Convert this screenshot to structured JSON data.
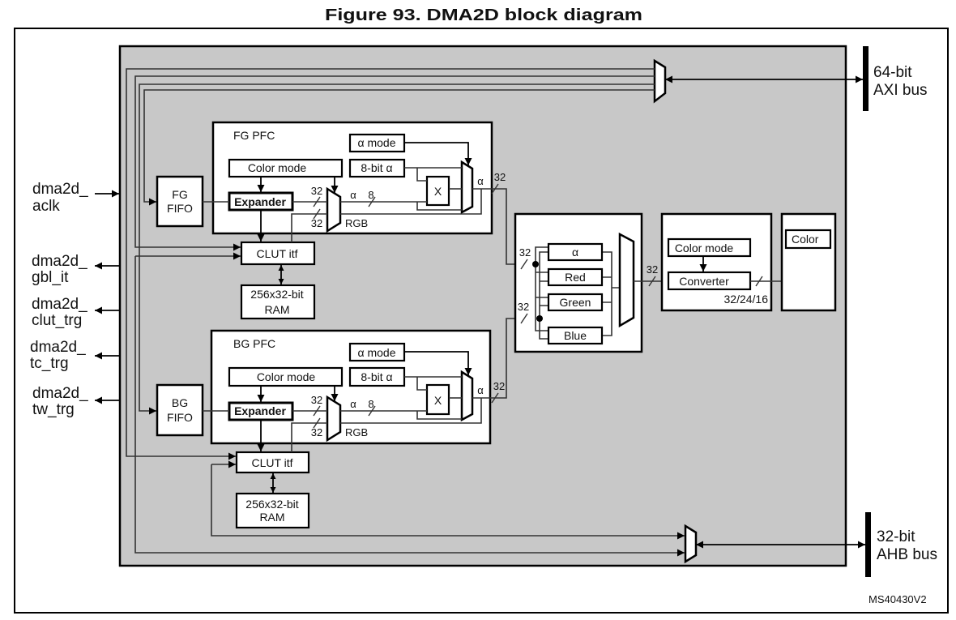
{
  "figure": {
    "title": "Figure 93. DMA2D block diagram",
    "reference": "MS40430V2"
  },
  "colors": {
    "block_fill": "#c8c8c8",
    "box_fill": "#ffffff",
    "line": "#000000",
    "wire": "#333333"
  },
  "buses": {
    "axi": {
      "width": "64-bit",
      "name": "AXI bus"
    },
    "ahb": {
      "width": "32-bit",
      "name": "AHB bus"
    }
  },
  "signals": [
    {
      "prefix": "dma2d_",
      "name": "aclk",
      "direction": "in"
    },
    {
      "prefix": "dma2d_",
      "name": "gbl_it",
      "direction": "out"
    },
    {
      "prefix": "dma2d_",
      "name": "clut_trg",
      "direction": "out"
    },
    {
      "prefix": "dma2d_",
      "name": "tc_trg",
      "direction": "out"
    },
    {
      "prefix": "dma2d_",
      "name": "tw_trg",
      "direction": "out"
    }
  ],
  "fg": {
    "pfc_title": "FG PFC",
    "fifo": [
      "FG",
      "FIFO"
    ],
    "alpha_mode": "α mode",
    "alpha_8bit": "8-bit α",
    "color_mode": "Color mode",
    "expander": "Expander",
    "multiplier": "X",
    "clut_itf": "CLUT itf",
    "ram": [
      "256x32-bit",
      "RAM"
    ],
    "labels": {
      "in_width": "32",
      "clut_width": "32",
      "alpha": "α",
      "alpha_width": "8",
      "rgb": "RGB",
      "out_alpha": "α",
      "out_width": "32"
    }
  },
  "bg": {
    "pfc_title": "BG PFC",
    "fifo": [
      "BG",
      "FIFO"
    ],
    "alpha_mode": "α mode",
    "alpha_8bit": "8-bit α",
    "color_mode": "Color mode",
    "expander": "Expander",
    "multiplier": "X",
    "clut_itf": "CLUT itf",
    "ram": [
      "256x32-bit",
      "RAM"
    ],
    "labels": {
      "in_width": "32",
      "clut_width": "32",
      "alpha": "α",
      "alpha_width": "8",
      "rgb": "RGB",
      "out_alpha": "α",
      "out_width": "32"
    }
  },
  "blender": {
    "channels": [
      "α",
      "Red",
      "Green",
      "Blue"
    ],
    "fg_in_width": "32",
    "bg_in_width": "32",
    "out_width": "32"
  },
  "output": {
    "color_mode": "Color mode",
    "converter": "Converter",
    "formats": "32/24/16",
    "color_block": "Color"
  }
}
